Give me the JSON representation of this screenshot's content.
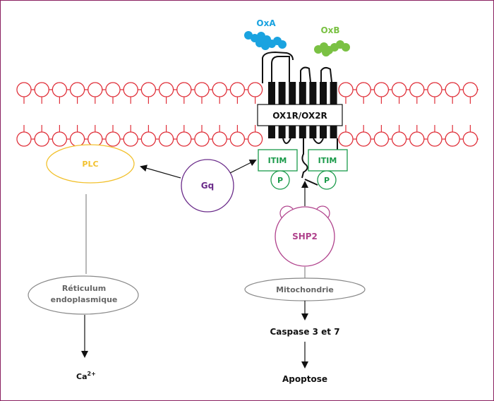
{
  "ligands": {
    "oxa": {
      "label": "OxA",
      "color": "#1aa3e0"
    },
    "oxb": {
      "label": "OxB",
      "color": "#7ac143"
    }
  },
  "receptor": {
    "label": "OX1R/OX2R"
  },
  "itim": {
    "label": "ITIM",
    "phospho_label": "P",
    "color": "#1a9a4a"
  },
  "gq": {
    "label": "Gq",
    "color": "#6b2c8a"
  },
  "plc": {
    "label": "PLC",
    "color": "#f2c12e"
  },
  "reticulum": {
    "line1": "Réticulum",
    "line2": "endoplasmique"
  },
  "calcium": {
    "base": "Ca",
    "sup": "2+"
  },
  "shp2": {
    "label": "SHP2",
    "color": "#b0428c"
  },
  "mitochondria": {
    "label": "Mitochondrie"
  },
  "caspase": {
    "label": "Caspase 3 et 7"
  },
  "apoptosis": {
    "label": "Apoptose"
  },
  "colors": {
    "membrane": "#e0303a",
    "frame": "#8a2060",
    "grey_text": "#666666",
    "grey_line": "#888888",
    "black": "#111111"
  }
}
